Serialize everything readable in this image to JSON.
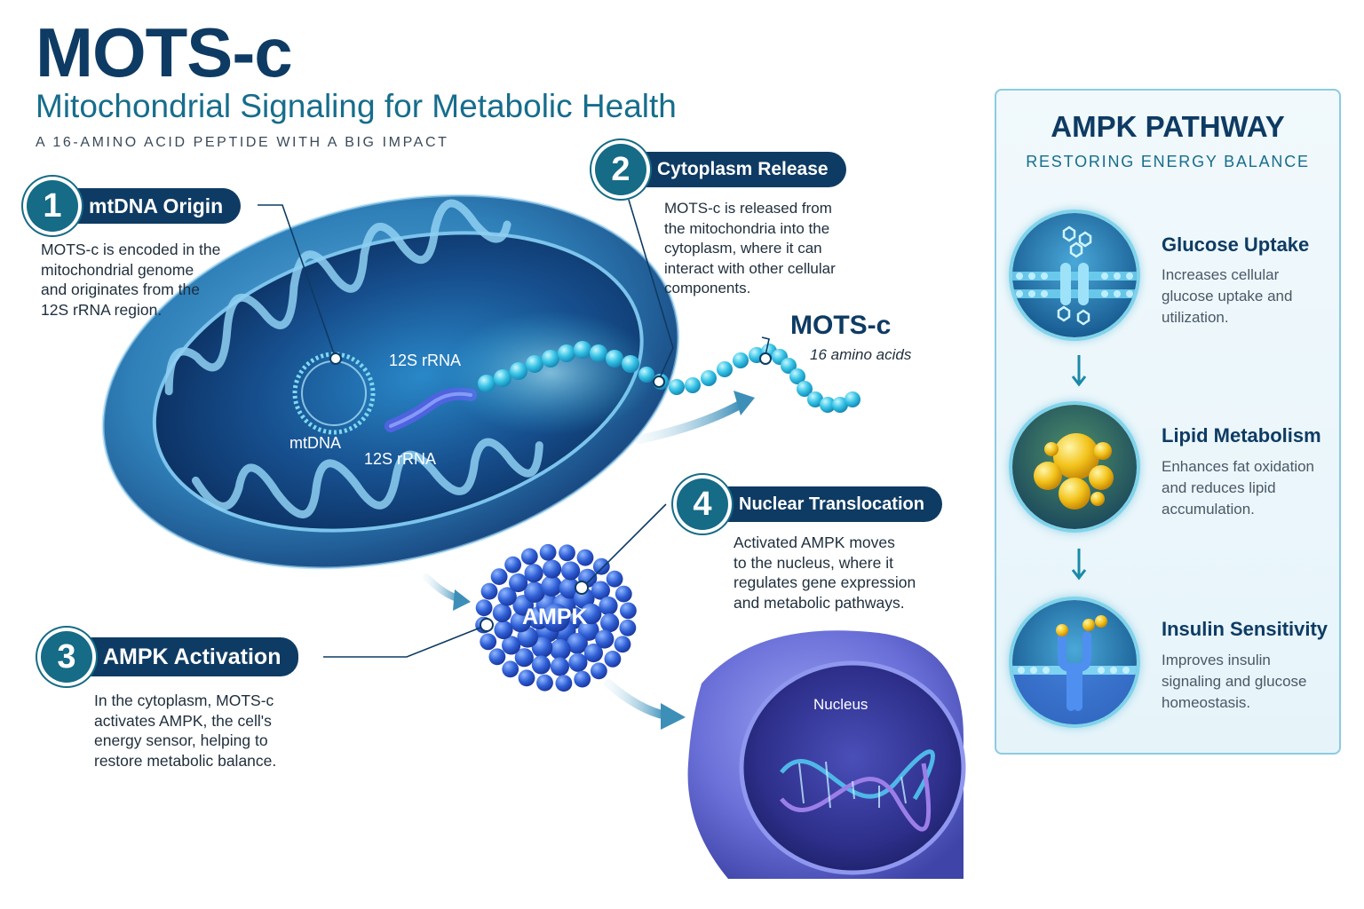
{
  "header": {
    "title": "MOTS-c",
    "subtitle": "Mitochondrial Signaling for Metabolic Health",
    "tagline": "A 16-AMINO ACID PEPTIDE WITH A BIG IMPACT"
  },
  "steps": [
    {
      "number": "1",
      "title": "mtDNA Origin",
      "lines": [
        "MOTS-c is encoded in the",
        "mitochondrial genome",
        "and originates from the",
        "12S rRNA region."
      ]
    },
    {
      "number": "2",
      "title": "Cytoplasm Release",
      "lines": [
        "MOTS-c is released from",
        "the mitochondria into the",
        "cytoplasm, where it can",
        "interact with other cellular",
        "components."
      ]
    },
    {
      "number": "3",
      "title": "AMPK Activation",
      "lines": [
        "In the cytoplasm, MOTS-c",
        "activates AMPK, the cell's",
        "energy sensor, helping to",
        "restore metabolic balance."
      ]
    },
    {
      "number": "4",
      "title": "Nuclear Translocation",
      "lines": [
        "Activated AMPK moves",
        "to the nucleus, where it",
        "regulates gene expression",
        "and metabolic pathways."
      ]
    }
  ],
  "diagram_labels": {
    "rrna_top": "12S rRNA",
    "rrna_bottom": "12S rRNA",
    "mtdna": "mtDNA",
    "peptide_name": "MOTS-c",
    "peptide_length": "16 amino acids",
    "ampk": "AMPK",
    "nucleus": "Nucleus"
  },
  "pathway": {
    "title": "AMPK PATHWAY",
    "subtitle": "RESTORING ENERGY BALANCE",
    "items": [
      {
        "title": "Glucose Uptake",
        "lines": [
          "Increases cellular",
          "glucose uptake and",
          "utilization."
        ],
        "icon": "glucose-transporter-icon"
      },
      {
        "title": "Lipid Metabolism",
        "lines": [
          "Enhances fat oxidation",
          "and reduces lipid",
          "accumulation."
        ],
        "icon": "lipid-droplets-icon"
      },
      {
        "title": "Insulin Sensitivity",
        "lines": [
          "Improves insulin",
          "signaling and glucose",
          "homeostasis."
        ],
        "icon": "insulin-receptor-icon"
      }
    ]
  },
  "colors": {
    "navy": "#0e3b63",
    "teal": "#166b86",
    "mito_blue": "#2f7fb8",
    "peptide_cyan": "#34c6e6",
    "ampk_blue": "#2f5fd6",
    "nucleus_purple": "#6a5fc8"
  }
}
